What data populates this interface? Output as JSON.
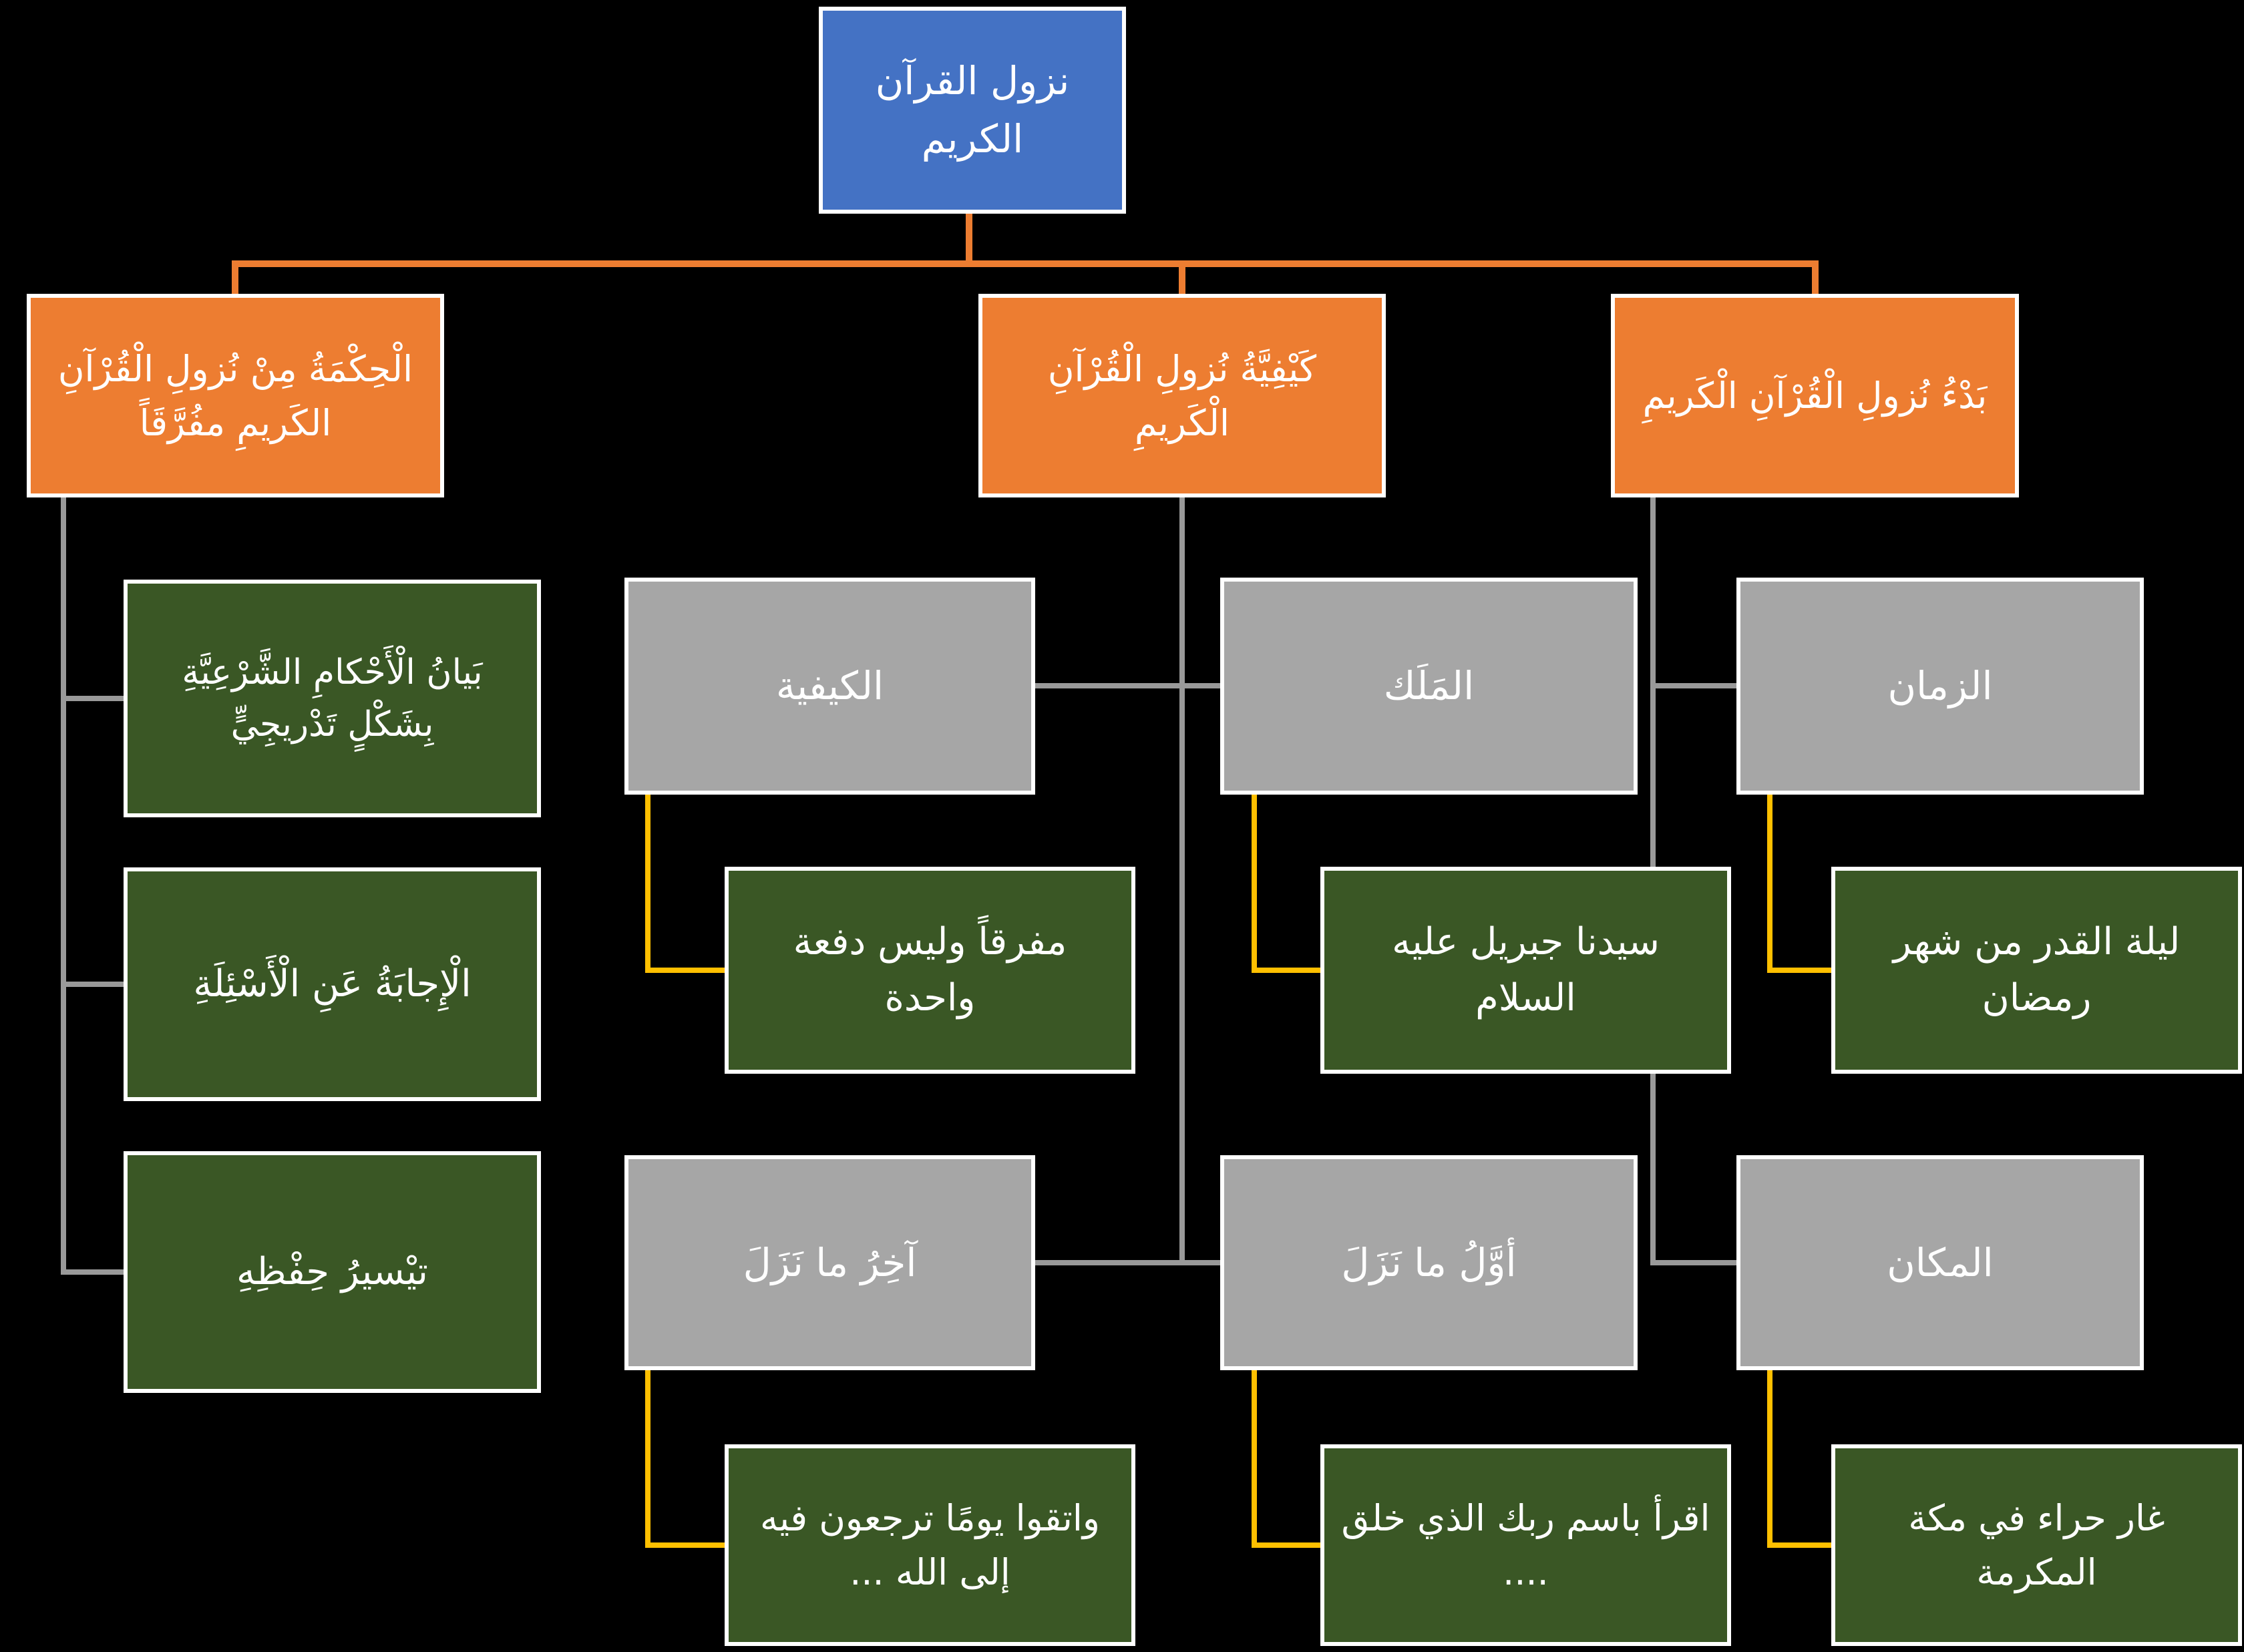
{
  "colors": {
    "background": "#000000",
    "root_fill": "#4472C4",
    "branch_fill": "#ED7D31",
    "category_fill": "#A6A6A6",
    "detail_fill": "#3A5725",
    "connector_orange": "#ED7D31",
    "connector_gray": "#999999",
    "connector_yellow": "#FFC000",
    "box_border": "#FFFFFF",
    "text": "#FFFFFF"
  },
  "nodes": {
    "root": "نزول القرآن الكريم",
    "wisdom": "الْحِكْمَةُ مِنْ نُزولِ الْقُرْآنِ الكَريمِ مفُرَّقَاً",
    "how": "كَيْفِيَّةُ نُزولِ الْقُرْآنِ الْكَريمِ",
    "start": "بَدْءُ نُزولِ الْقُرْآنِ الْكَريمِ",
    "wisdom_detail_1": "بَيانُ الْأَحْكامِ الشَّرْعِيَّةِ بِشَكْلٍ تَدْريجِيٍّ",
    "wisdom_detail_2": "الْإِجابَةُ عَنِ الْأَسْئِلَةِ",
    "wisdom_detail_3": "تيْسيرُ حِفْظِهِ",
    "manner": "الكيفية",
    "manner_detail": "مفرقاً وليس دفعة واحدة",
    "angel": "المَلَك",
    "angel_detail": "سيدنا جبريل عليه السلام",
    "time": "الزمان",
    "time_detail": "ليلة القدر من شهر رمضان",
    "last_revealed": "آخِرُ ما نَزَلَ",
    "last_revealed_detail": "واتقوا يومًا ترجعون فيه إلى الله ...",
    "first_revealed": "أوَّلُ ما نَزَلَ",
    "first_revealed_detail": "اقرأ باسم ربك الذي خلق ....",
    "place": "المكان",
    "place_detail": "غار حراء في مكة المكرمة"
  }
}
